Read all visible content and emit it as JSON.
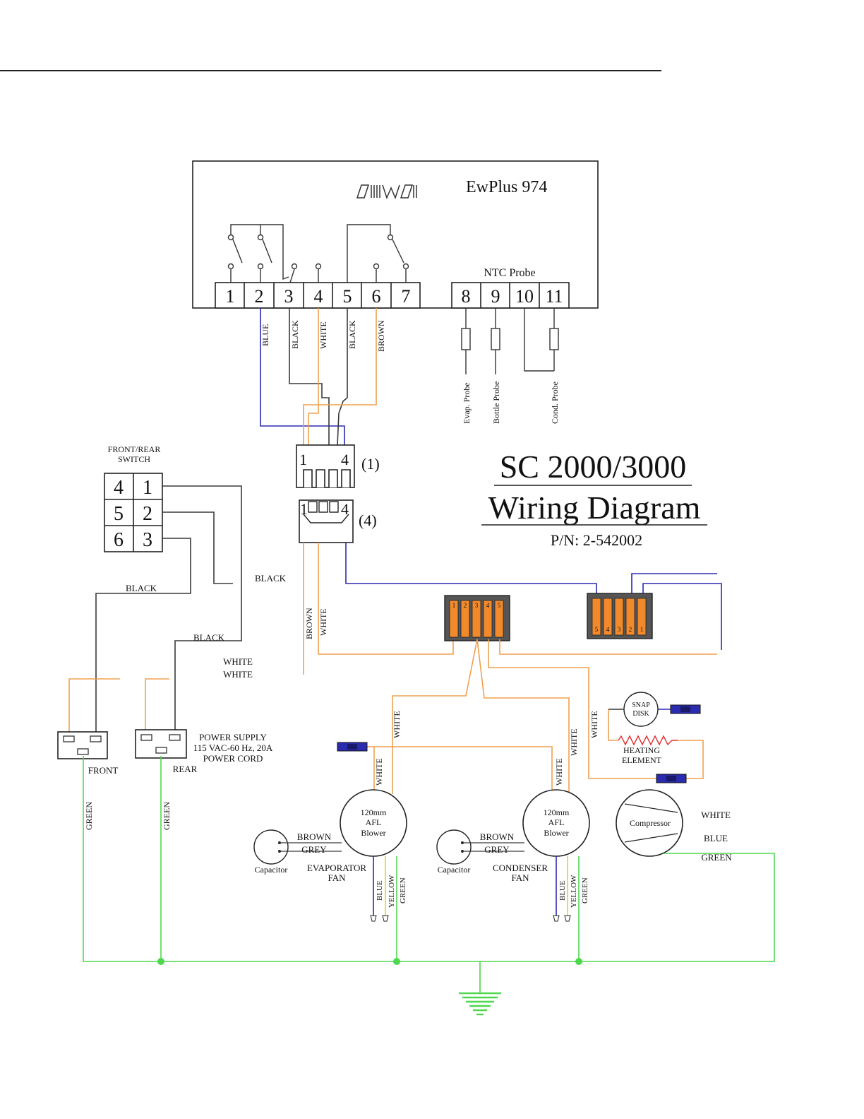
{
  "colors": {
    "black": "#3a3a3a",
    "blue": "#2b2bb0",
    "orange": "#f0a050",
    "green": "#4ed84e",
    "yellow": "#e8d800",
    "red": "#e23030",
    "connector_orange": "#f28a2c",
    "connector_dark": "#555555"
  },
  "title": {
    "line1": "SC 2000/3000",
    "line2": "Wiring Diagram",
    "part_number": "P/N: 2-542002"
  },
  "controller": {
    "model": "EwPlus 974",
    "brand": "eliwell",
    "ntc_label": "NTC Probe",
    "terminals": [
      "1",
      "2",
      "3",
      "4",
      "5",
      "6",
      "7"
    ],
    "probe_terminals": [
      "8",
      "9",
      "10",
      "11"
    ],
    "probes": [
      "Evap. Probe",
      "Bottle Probe",
      "Cond. Probe"
    ],
    "wire_labels": [
      "BLUE",
      "BLACK",
      "WHITE",
      "BLACK",
      "BROWN"
    ]
  },
  "connectors": {
    "c1_label": "(1)",
    "c4_label": "(4)",
    "pin_first": "1",
    "pin_last": "4",
    "block_a_pins": [
      "1",
      "2",
      "3",
      "4",
      "5"
    ],
    "block_b_pins": [
      "5",
      "4",
      "3",
      "2",
      "1"
    ]
  },
  "switch": {
    "title_line1": "FRONT/REAR",
    "title_line2": "SWITCH",
    "cells": [
      [
        "4",
        "1"
      ],
      [
        "5",
        "2"
      ],
      [
        "6",
        "3"
      ]
    ]
  },
  "wire_labels": {
    "black_top": "BLACK",
    "black_left": "BLACK",
    "black_mid": "BLACK",
    "white_1": "WHITE",
    "white_2": "WHITE",
    "brown_vertical": "BROWN",
    "white_vertical": "WHITE",
    "white_evap": "WHITE",
    "white_evap_2": "WHITE",
    "white_cond": "WHITE",
    "white_cond_2": "WHITE",
    "white_heat": "WHITE",
    "green_front": "GREEN",
    "green_rear": "GREEN"
  },
  "power": {
    "front_label": "FRONT",
    "rear_label": "REAR",
    "supply_line1": "POWER SUPPLY",
    "supply_line2": "115 VAC-60 Hz, 20A",
    "supply_line3": "POWER CORD"
  },
  "evap_fan": {
    "blower_line1": "120mm",
    "blower_line2": "AFL",
    "blower_line3": "Blower",
    "capacitor": "Capacitor",
    "brown": "BROWN",
    "grey": "GREY",
    "name_line1": "EVAPORATOR",
    "name_line2": "FAN",
    "leads": [
      "BLUE",
      "YELLOW",
      "GREEN"
    ]
  },
  "cond_fan": {
    "blower_line1": "120mm",
    "blower_line2": "AFL",
    "blower_line3": "Blower",
    "capacitor": "Capacitor",
    "brown": "BROWN",
    "grey": "GREY",
    "name_line1": "CONDENSER",
    "name_line2": "FAN",
    "leads": [
      "BLUE",
      "YELLOW",
      "GREEN"
    ]
  },
  "compressor": {
    "label": "Compressor",
    "white": "WHITE",
    "blue": "BLUE",
    "green": "GREEN"
  },
  "heater": {
    "snap_line1": "SNAP",
    "snap_line2": "DISK",
    "heat_line1": "HEATING",
    "heat_line2": "ELEMENT"
  }
}
